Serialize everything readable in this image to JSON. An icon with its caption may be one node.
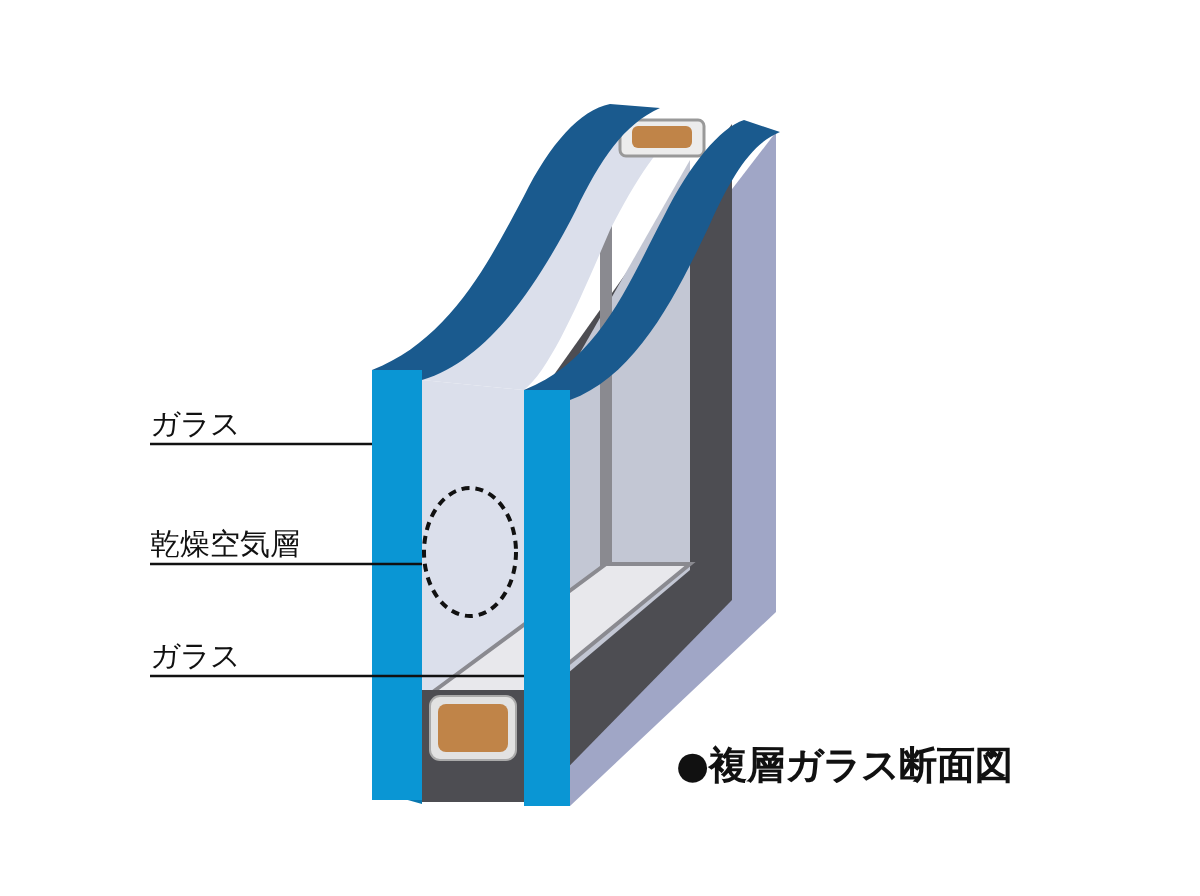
{
  "diagram": {
    "title": "●複層ガラス断面図",
    "nodes": [
      {
        "text": [
          "ガラス"
        ]
      },
      {
        "text": [],
        "shape": "box"
      },
      {
        "text": [
          "乾燥空気層"
        ]
      },
      {
        "text": [],
        "shape": "circle"
      },
      {
        "text": [
          "ガラス"
        ]
      },
      {
        "text": [],
        "shape": "box"
      }
    ],
    "edges": [
      {
        "from": 0,
        "to": 1,
        "arrow": "none"
      },
      {
        "from": 2,
        "to": 3,
        "arrow": "none"
      },
      {
        "from": 4,
        "to": 5,
        "arrow": "none"
      }
    ]
  }
}
